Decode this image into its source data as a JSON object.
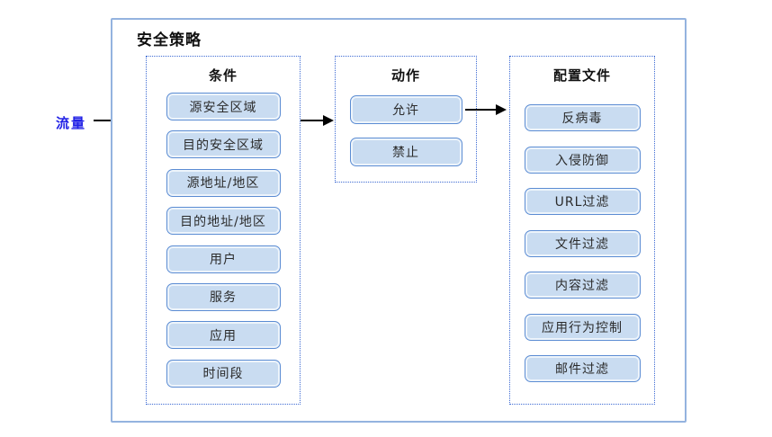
{
  "diagram": {
    "title": "安全策略",
    "flow_label": "流量",
    "columns": [
      {
        "id": "conditions",
        "title": "条件",
        "items": [
          "源安全区域",
          "目的安全区域",
          "源地址/地区",
          "目的地址/地区",
          "用户",
          "服务",
          "应用",
          "时间段"
        ]
      },
      {
        "id": "actions",
        "title": "动作",
        "items": [
          "允许",
          "禁止"
        ]
      },
      {
        "id": "profiles",
        "title": "配置文件",
        "items": [
          "反病毒",
          "入侵防御",
          "URL过滤",
          "文件过滤",
          "内容过滤",
          "应用行为控制",
          "邮件过滤"
        ]
      }
    ],
    "colors": {
      "outer_border": "#94b3df",
      "dotted_border": "#3e6bd3",
      "node_fill": "#c9dcf1",
      "node_border": "#5b8cd3",
      "node_inner_stroke": "#edf4fb",
      "node_text": "#2b2b2b",
      "flow_label": "#2222e6",
      "arrow": "#000000",
      "background": "#ffffff"
    }
  }
}
